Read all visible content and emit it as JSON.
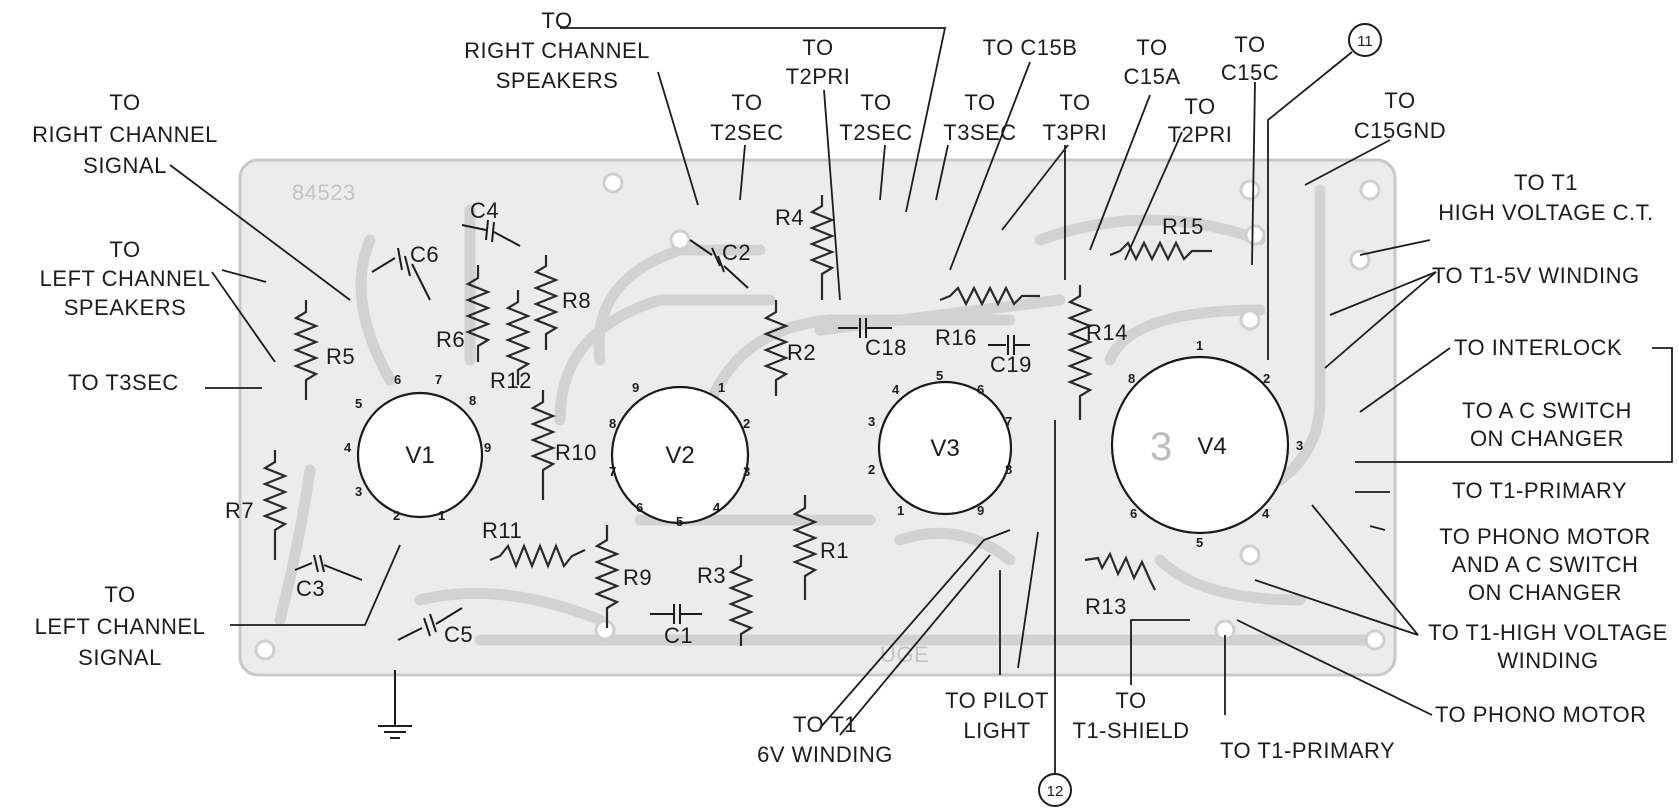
{
  "diagram": {
    "board_marking": "84523",
    "board_marking_bottom": "UGE",
    "tubes": [
      {
        "label": "V1",
        "pins": [
          "1",
          "2",
          "3",
          "4",
          "5",
          "6",
          "7",
          "8",
          "9"
        ]
      },
      {
        "label": "V2",
        "pins": [
          "1",
          "2",
          "3",
          "4",
          "5",
          "6",
          "7",
          "8",
          "9"
        ]
      },
      {
        "label": "V3",
        "pins": [
          "1",
          "2",
          "3",
          "4",
          "5",
          "6",
          "7",
          "8",
          "9"
        ]
      },
      {
        "label": "V4",
        "pins": [
          "1",
          "2",
          "3",
          "4",
          "5",
          "6",
          "8"
        ],
        "socket_mark": "3"
      }
    ],
    "resistors": [
      "R1",
      "R2",
      "R3",
      "R4",
      "R5",
      "R6",
      "R7",
      "R8",
      "R9",
      "R10",
      "R11",
      "R12",
      "R13",
      "R14",
      "R15",
      "R16"
    ],
    "capacitors": [
      "C1",
      "C2",
      "C3",
      "C4",
      "C5",
      "C6",
      "C18",
      "C19"
    ],
    "test_points": [
      "11",
      "12"
    ],
    "callouts": [
      {
        "id": "right-channel-signal",
        "lines": [
          "TO",
          "RIGHT CHANNEL",
          "SIGNAL"
        ]
      },
      {
        "id": "left-channel-speakers",
        "lines": [
          "TO",
          "LEFT CHANNEL",
          "SPEAKERS"
        ]
      },
      {
        "id": "t3sec-left",
        "lines": [
          "TO T3SEC"
        ]
      },
      {
        "id": "left-channel-signal",
        "lines": [
          "TO",
          "LEFT CHANNEL",
          "SIGNAL"
        ]
      },
      {
        "id": "right-channel-speakers",
        "lines": [
          "TO",
          "RIGHT CHANNEL",
          "SPEAKERS"
        ]
      },
      {
        "id": "t2pri-a",
        "lines": [
          "TO",
          "T2PRI"
        ]
      },
      {
        "id": "t2sec-a",
        "lines": [
          "TO",
          "T2SEC"
        ]
      },
      {
        "id": "t2sec-b",
        "lines": [
          "TO",
          "T2SEC"
        ]
      },
      {
        "id": "t3sec-top",
        "lines": [
          "TO",
          "T3SEC"
        ]
      },
      {
        "id": "c15b",
        "lines": [
          "TO C15B"
        ]
      },
      {
        "id": "t3pri",
        "lines": [
          "TO",
          "T3PRI"
        ]
      },
      {
        "id": "c15a",
        "lines": [
          "TO",
          "C15A"
        ]
      },
      {
        "id": "t2pri-b",
        "lines": [
          "TO",
          "T2PRI"
        ]
      },
      {
        "id": "c15c",
        "lines": [
          "TO",
          "C15C"
        ]
      },
      {
        "id": "c15gnd",
        "lines": [
          "TO",
          "C15GND"
        ]
      },
      {
        "id": "t1-hv-ct",
        "lines": [
          "TO T1",
          "HIGH VOLTAGE C.T."
        ]
      },
      {
        "id": "t1-5v",
        "lines": [
          "TO T1-5V WINDING"
        ]
      },
      {
        "id": "interlock",
        "lines": [
          "TO INTERLOCK"
        ]
      },
      {
        "id": "ac-switch",
        "lines": [
          "TO A C SWITCH",
          "ON CHANGER"
        ]
      },
      {
        "id": "t1-primary-right",
        "lines": [
          "TO T1-PRIMARY"
        ]
      },
      {
        "id": "phono-motor-ac",
        "lines": [
          "TO PHONO MOTOR",
          "AND A C SWITCH",
          "ON CHANGER"
        ]
      },
      {
        "id": "t1-hv-winding",
        "lines": [
          "TO T1-HIGH VOLTAGE",
          "WINDING"
        ]
      },
      {
        "id": "phono-motor",
        "lines": [
          "TO PHONO MOTOR"
        ]
      },
      {
        "id": "t1-primary-bottom",
        "lines": [
          "TO T1-PRIMARY"
        ]
      },
      {
        "id": "t1-shield",
        "lines": [
          "TO",
          "T1-SHIELD"
        ]
      },
      {
        "id": "pilot-light",
        "lines": [
          "TO PILOT",
          "LIGHT"
        ]
      },
      {
        "id": "t1-6v",
        "lines": [
          "TO T1",
          "6V WINDING"
        ]
      }
    ]
  }
}
